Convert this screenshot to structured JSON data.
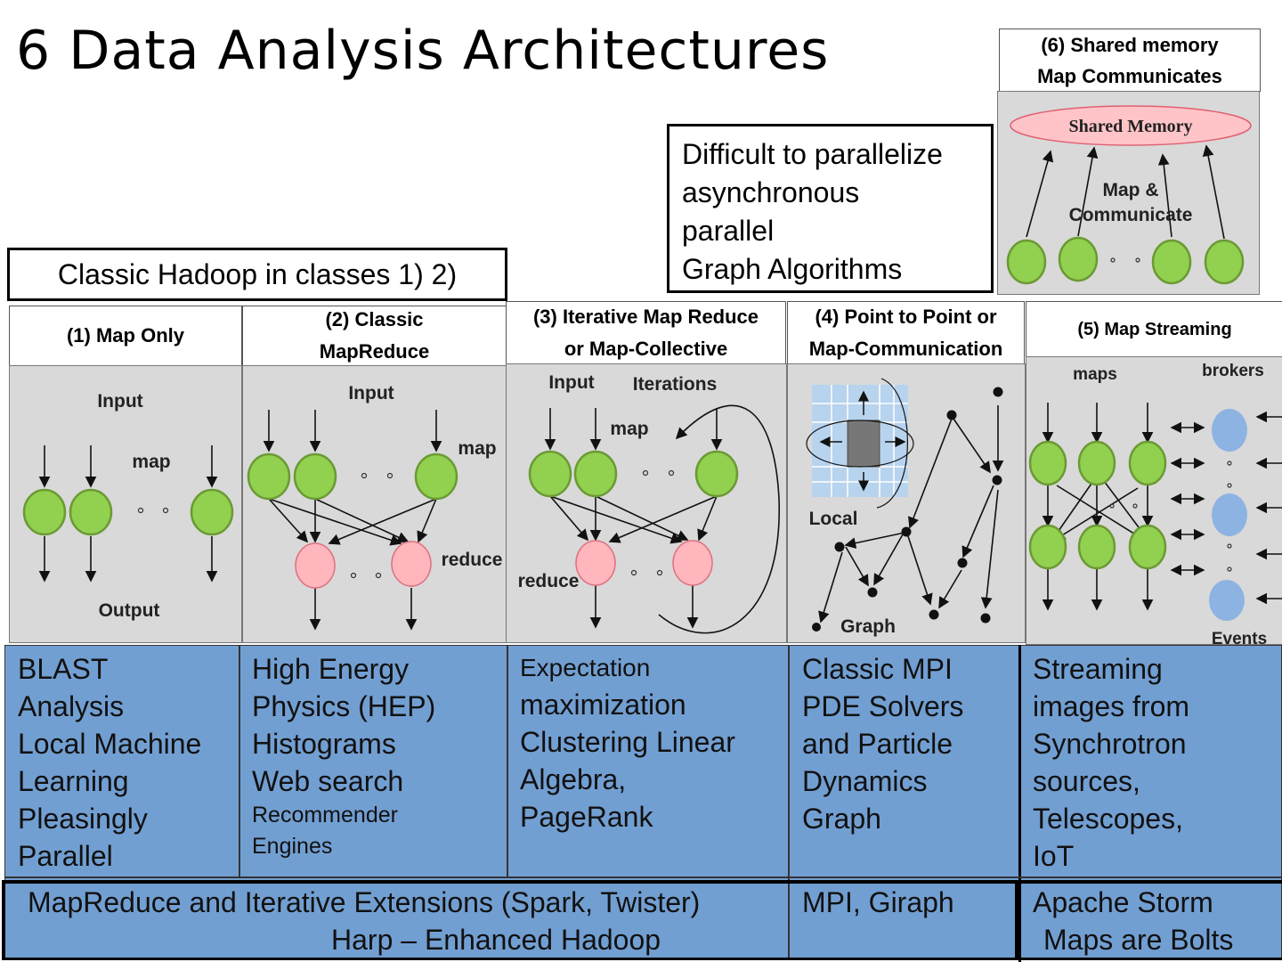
{
  "title": "6 Data Analysis Architectures",
  "callouts": {
    "classic_hadoop": "Classic Hadoop in classes 1) 2)",
    "difficult": [
      "Difficult to parallelize",
      "asynchronous",
      "parallel",
      "Graph Algorithms"
    ]
  },
  "architectures": [
    {
      "header": [
        "(1) Map Only"
      ],
      "labels": {
        "input": "Input",
        "map": "map",
        "output": "Output"
      },
      "examples": [
        "BLAST",
        "Analysis",
        "Local Machine",
        "Learning",
        "Pleasingly",
        "Parallel"
      ]
    },
    {
      "header": [
        "(2) Classic",
        "MapReduce"
      ],
      "labels": {
        "input": "Input",
        "map": "map",
        "reduce": "reduce"
      },
      "examples": [
        "High Energy",
        "Physics (HEP)",
        "Histograms",
        "Web search"
      ],
      "examples_small": [
        "Recommender",
        "Engines"
      ]
    },
    {
      "header": [
        "(3) Iterative Map Reduce",
        "or Map-Collective"
      ],
      "labels": {
        "input": "Input",
        "iterations": "Iterations",
        "map": "map",
        "reduce": "reduce"
      },
      "examples_small": [
        "Expectation"
      ],
      "examples": [
        "maximization",
        "Clustering Linear",
        "Algebra,",
        "PageRank"
      ]
    },
    {
      "header": [
        "(4) Point to Point or",
        "Map-Communication"
      ],
      "labels": {
        "local": "Local",
        "graph": "Graph"
      },
      "examples": [
        "Classic MPI",
        "PDE Solvers",
        "and Particle",
        "Dynamics",
        "Graph"
      ]
    },
    {
      "header": [
        "(5) Map Streaming"
      ],
      "labels": {
        "maps": "maps",
        "brokers": "brokers",
        "events": "Events"
      },
      "examples": [
        "Streaming",
        "images from",
        "Synchrotron",
        "sources,",
        "Telescopes,",
        "IoT"
      ]
    },
    {
      "header": [
        "(6) Shared memory",
        "Map Communicates"
      ],
      "labels": {
        "shared_memory": "Shared Memory",
        "map_communicate": [
          "Map &",
          "Communicate"
        ]
      }
    }
  ],
  "bottom_row": {
    "mapreduce": "MapReduce and Iterative Extensions (Spark, Twister)",
    "harp": "Harp – Enhanced Hadoop",
    "mpi": "MPI, Giraph",
    "storm": "Apache Storm",
    "bolts": "Maps are Bolts"
  },
  "colors": {
    "map_node": "#92d050",
    "reduce_node": "#ffb6bc",
    "broker_node": "#8db3e2",
    "panel": "#d9d9d9",
    "examples_bg": "#729fd2"
  }
}
